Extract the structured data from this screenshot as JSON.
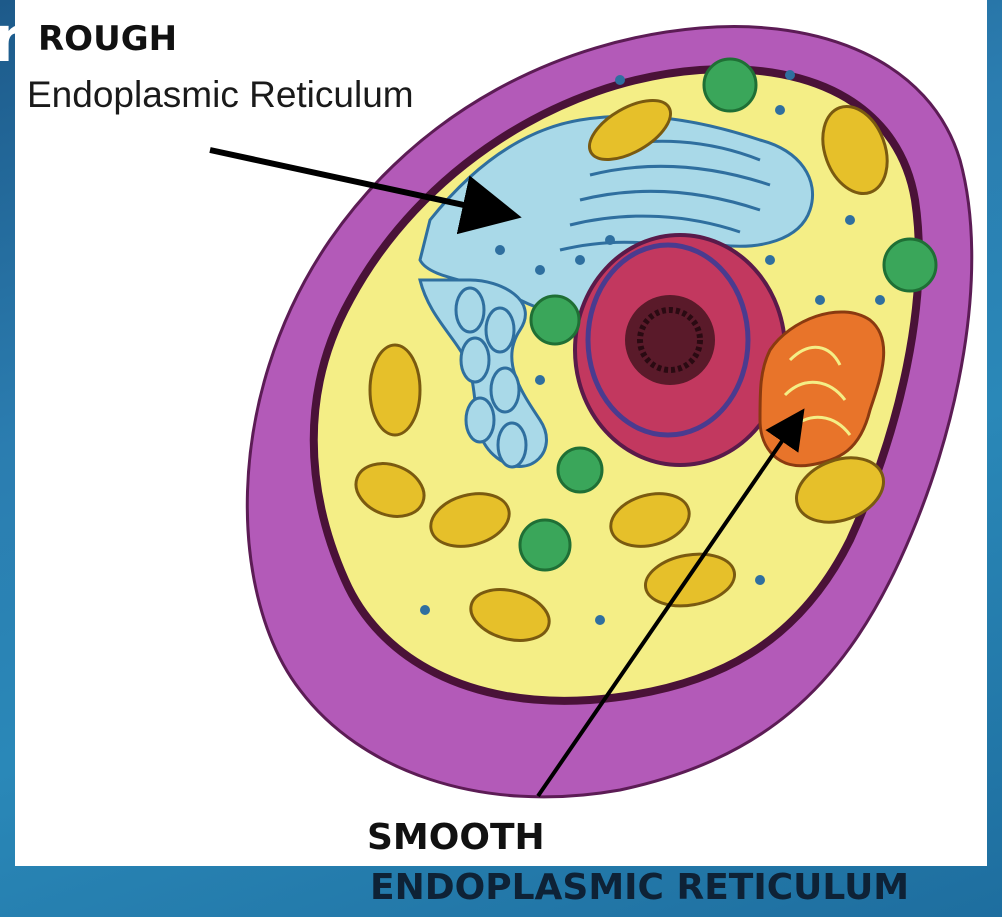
{
  "labels": {
    "rough_title": "ROUGH",
    "rough_subtitle": "Endoplasmic Reticulum",
    "smooth_title": "SMOOTH",
    "smooth_subtitle": "ENDOPLASMIC RETICULUM",
    "clipped_letter": "n"
  },
  "colors": {
    "background": "#2a7fb2",
    "cell_wall": "#b35ab8",
    "cytoplasm": "#f4ee86",
    "membrane": "#4a1238",
    "nucleus": "#c2385f",
    "rough_er": "#a9d9e8",
    "smooth_er": "#e8742a",
    "mitochondria": "#e6c02a",
    "vacuole": "#3aa65a",
    "ribosome": "#2f6f9f"
  }
}
